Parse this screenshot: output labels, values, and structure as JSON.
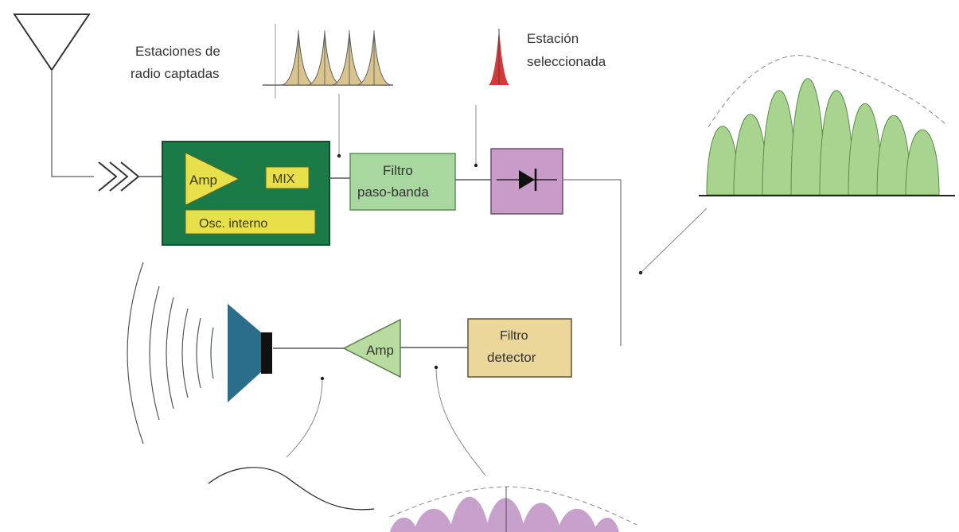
{
  "labels": {
    "stations_line1": "Estaciones de",
    "stations_line2": "radio captadas",
    "selected_line1": "Estación",
    "selected_line2": "seleccionada",
    "amp_rf": "Amp",
    "mix": "MIX",
    "osc": "Osc. interno",
    "bandpass_line1": "Filtro",
    "bandpass_line2": "paso-banda",
    "detector_line1": "Filtro",
    "detector_line2": "detector",
    "amp_audio": "Amp"
  },
  "colors": {
    "mixer_block": "#1a7a48",
    "yellow_block": "#e8e04a",
    "bandpass_block": "#a8d8a0",
    "diode_block": "#c89bc8",
    "detector_block": "#ecd79a",
    "amp_audio": "#b8dca0",
    "speaker": "#2a6e8c",
    "station_peak": "#d8c48c",
    "selected_peak": "#d83838",
    "green_wave": "#a8d490",
    "purple_wave": "#c8a0cc",
    "line": "#555555"
  }
}
